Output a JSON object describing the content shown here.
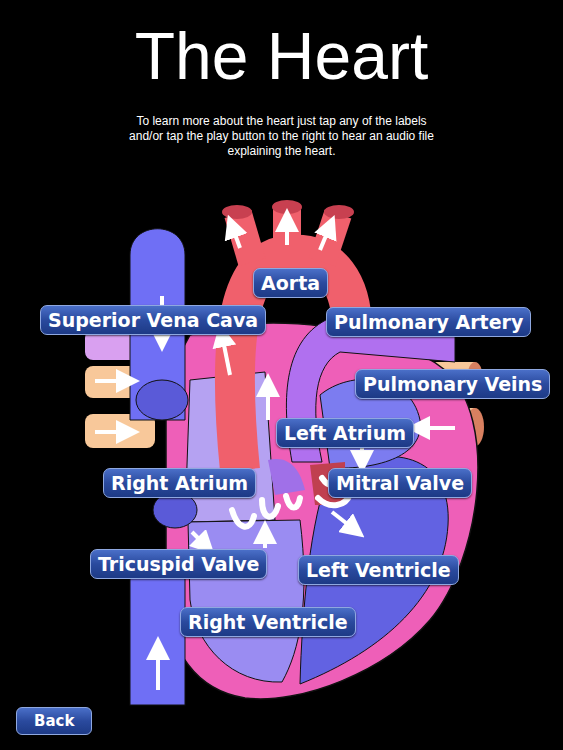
{
  "diagram": {
    "title": "The Heart",
    "nodes": [
      {
        "text": [
          "Aorta"
        ]
      },
      {
        "text": [
          "Superior Vena Cava"
        ]
      },
      {
        "text": [
          "Pulmonary Artery"
        ]
      },
      {
        "text": [
          "Pulmonary Veins"
        ]
      },
      {
        "text": [
          "Left Atrium"
        ]
      },
      {
        "text": [
          "Right Atrium"
        ]
      },
      {
        "text": [
          "Mitral Valve"
        ]
      },
      {
        "text": [
          "Tricuspid Valve"
        ]
      },
      {
        "text": [
          "Left Ventricle"
        ]
      },
      {
        "text": [
          "Right Ventricle"
        ]
      },
      {
        "text": [
          "Back"
        ]
      }
    ],
    "labels": [
      "To learn more about the heart just tap any of the labels and/or tap the play button to the right to hear an audio file explaining the heart."
    ]
  }
}
